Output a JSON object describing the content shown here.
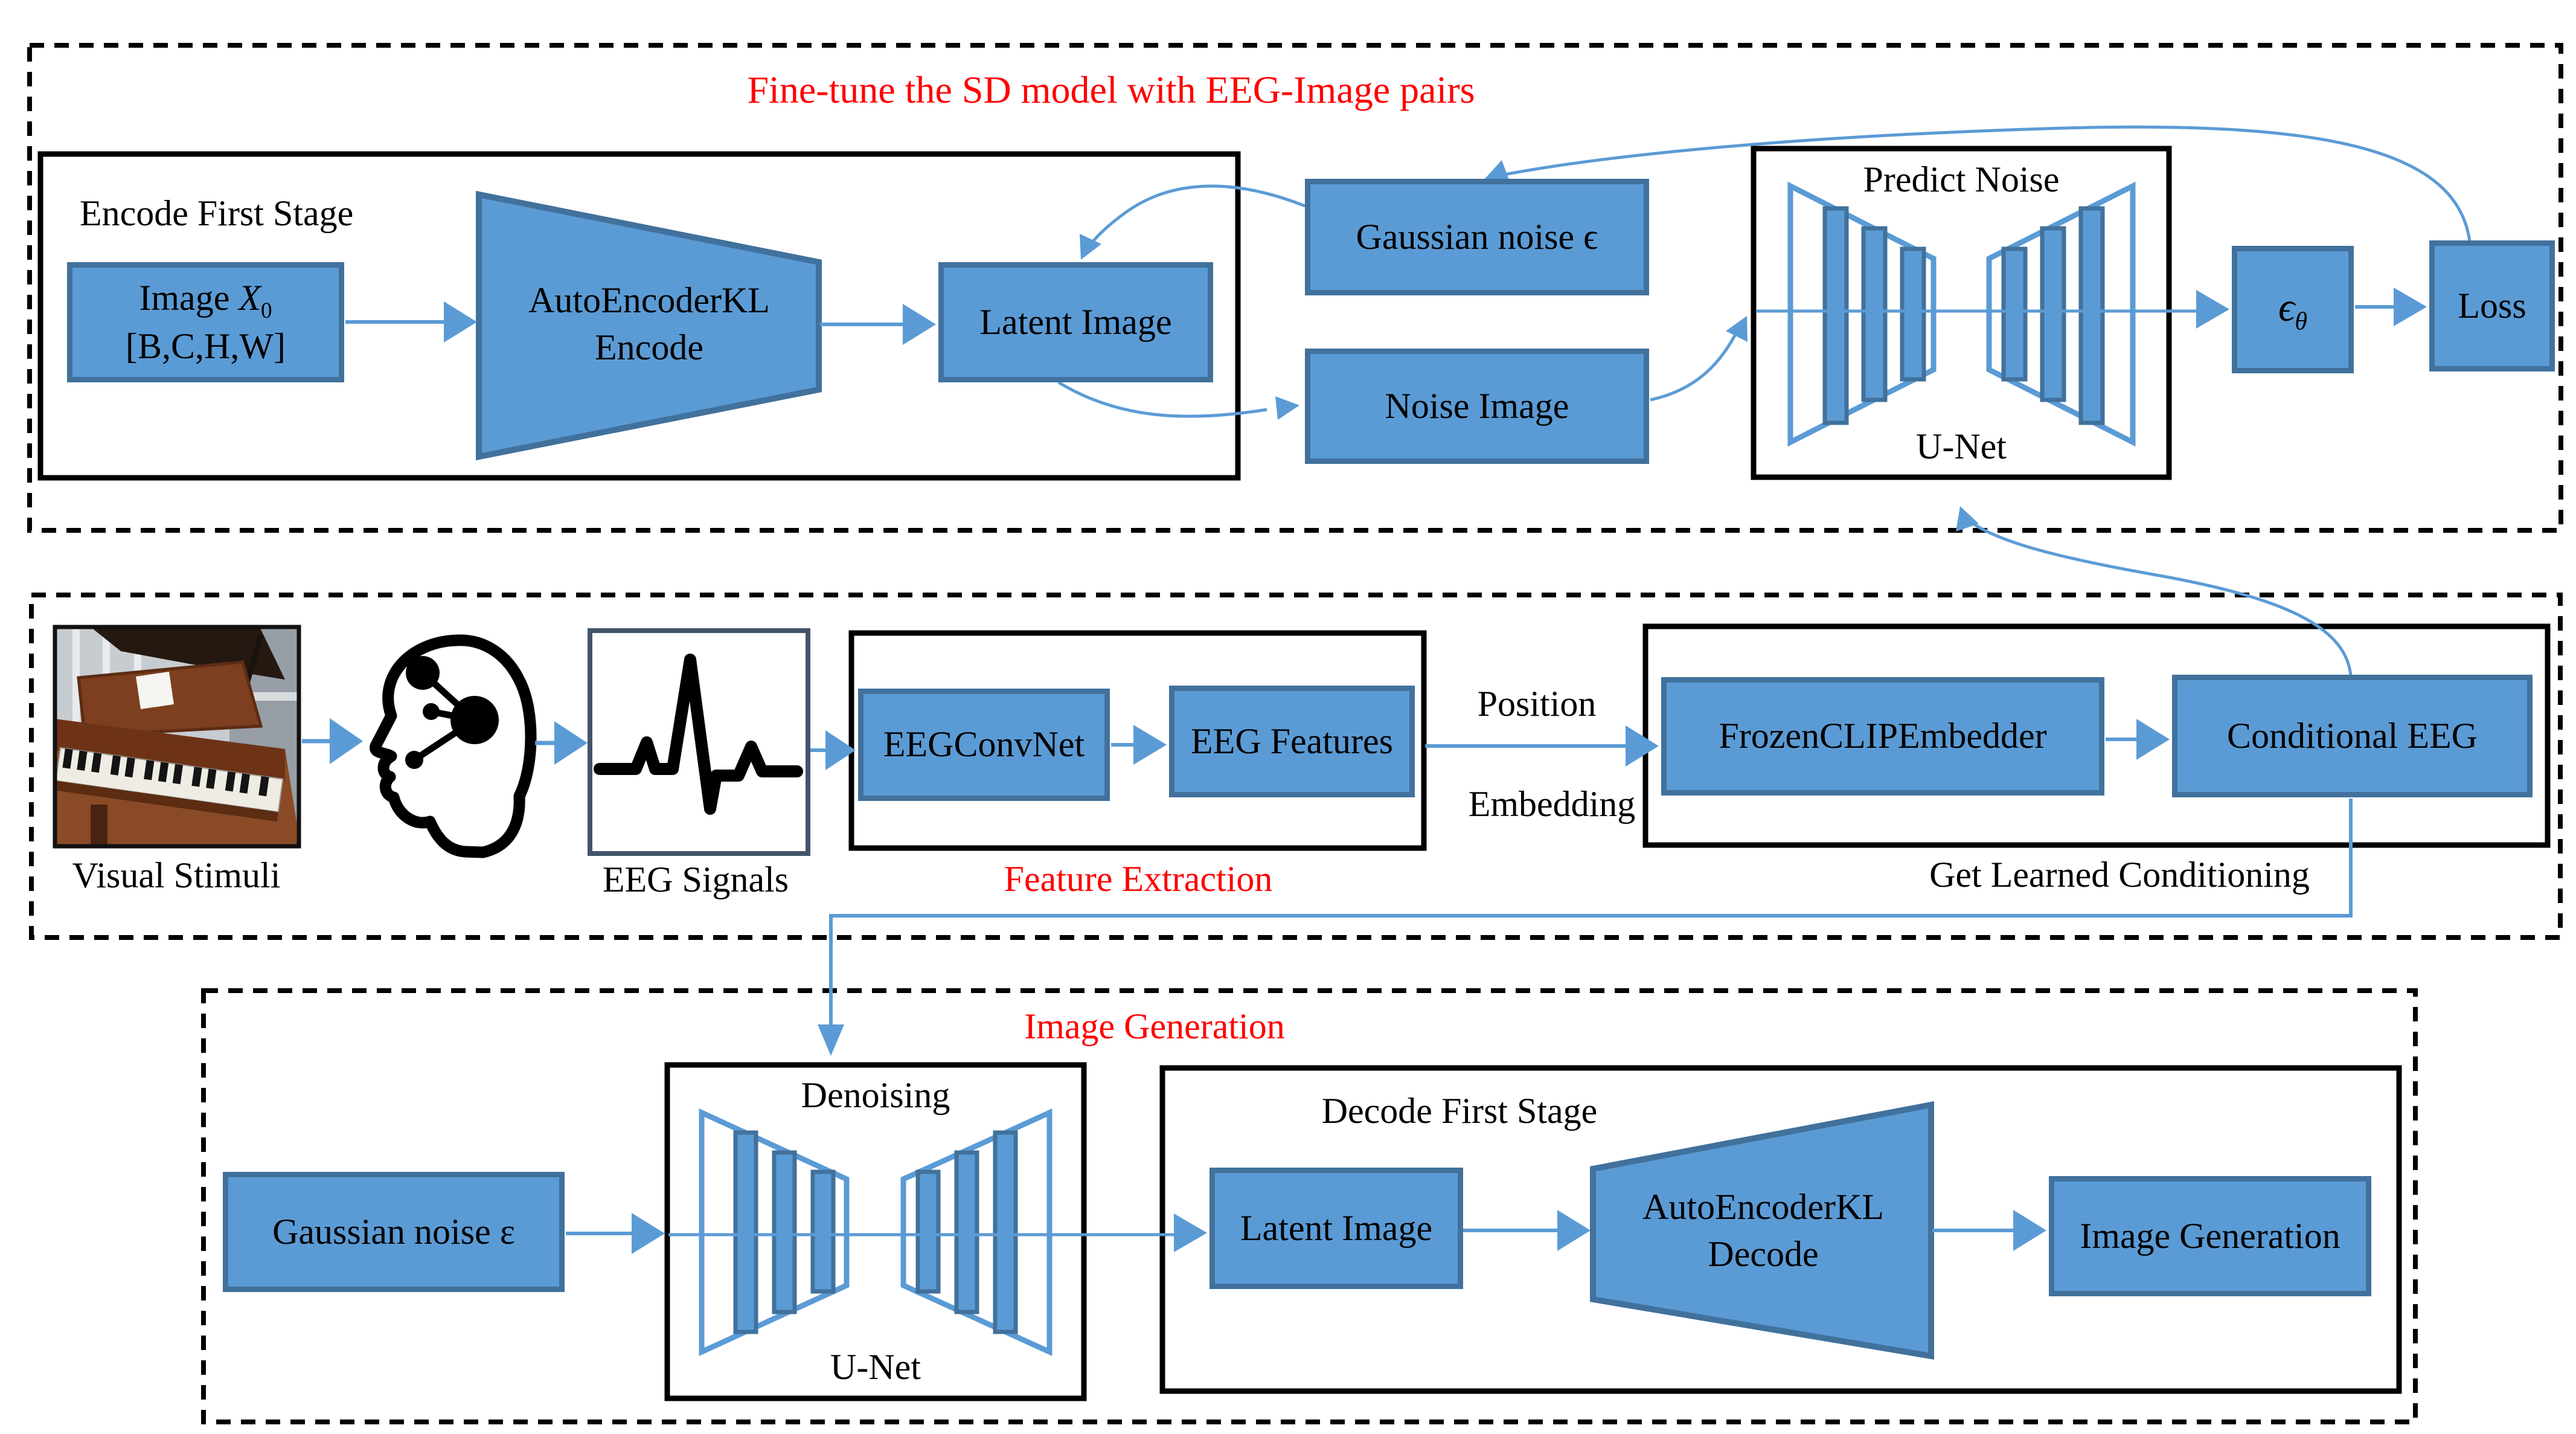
{
  "colors": {
    "box_fill": "#5B9BD5",
    "box_border": "#41719C",
    "arrow": "#5B9BD5",
    "title_red": "#FF0000",
    "signal_border": "#44546A",
    "line_black": "#000000"
  },
  "icons": {
    "head": "head-profile-neural-network-icon",
    "eeg": "eeg-waveform-icon",
    "unet": "unet-trapezoid-icon",
    "photo": "grand-piano-photo",
    "encoder": "encoder-funnel-trapezoid",
    "decoder": "decoder-funnel-trapezoid"
  },
  "top": {
    "title": "Fine-tune the SD model with EEG-Image pairs",
    "encode_label": "Encode First Stage",
    "image_box": {
      "word": "Image ",
      "var": "X",
      "sub": "0",
      "line2": "[B,C,H,W]"
    },
    "encoder": {
      "line1": "AutoEncoderKL",
      "line2": "Encode"
    },
    "latent": "Latent Image",
    "gaussian": "Gaussian noise ϵ",
    "noise_image": "Noise Image",
    "predict_noise": "Predict Noise",
    "unet": "U-Net",
    "eps": {
      "base": "ϵ",
      "sub": "θ"
    },
    "loss": "Loss"
  },
  "mid": {
    "visual_stimuli": "Visual Stimuli",
    "eeg_signals": "EEG Signals",
    "convnet": "EEGConvNet",
    "features": "EEG Features",
    "feature_extraction": "Feature Extraction",
    "position": "Position",
    "embedding": "Embedding",
    "frozen": "FrozenCLIPEmbedder",
    "conditional": "Conditional EEG",
    "get_learned": "Get Learned Conditioning"
  },
  "bot": {
    "title": "Image Generation",
    "gaussian": "Gaussian noise ε",
    "denoising": "Denoising",
    "unet": "U-Net",
    "decode_label": "Decode First Stage",
    "latent": "Latent Image",
    "decoder": {
      "line1": "AutoEncoderKL",
      "line2": "Decode"
    },
    "output": "Image Generation"
  }
}
